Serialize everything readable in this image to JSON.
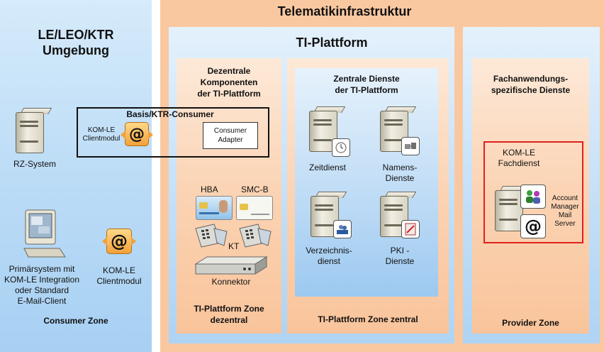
{
  "left": {
    "title_line1": "LE/LEO/KTR",
    "title_line2": "Umgebung",
    "rz_label": "RZ-System",
    "primary_lines": [
      "Primärsystem mit",
      "KOM-LE Integration",
      "oder Standard",
      "E-Mail-Client"
    ],
    "client_lines": [
      "KOM-LE",
      "Clientmodul"
    ],
    "zone_label": "Consumer Zone"
  },
  "ti": {
    "title": "Telematikinfrastruktur",
    "platform_title": "TI-Plattform"
  },
  "basis": {
    "title": "Basis/KTR-Consumer",
    "client_lines": [
      "KOM-LE",
      "Clientmodul"
    ],
    "adapter_lines": [
      "Consumer",
      "Adapter"
    ]
  },
  "dezentral": {
    "title_lines": [
      "Dezentrale",
      "Komponenten",
      "der TI-Plattform"
    ],
    "hba": "HBA",
    "smcb": "SMC-B",
    "kt": "KT",
    "konnektor": "Konnektor",
    "zone_lines": [
      "TI-Plattform Zone",
      "dezentral"
    ]
  },
  "zentral": {
    "title_lines": [
      "Zentrale Dienste",
      "der TI-Plattform"
    ],
    "zeit": "Zeitdienst",
    "namens_lines": [
      "Namens-",
      "Dienste"
    ],
    "verzeichnis_lines": [
      "Verzeichnis-",
      "dienst"
    ],
    "pki_lines": [
      "PKI -",
      "Dienste"
    ],
    "zone_label": "TI-Plattform Zone zentral"
  },
  "provider": {
    "title_lines": [
      "Fachanwendungs-",
      "spezifische Dienste"
    ],
    "fach_lines": [
      "KOM-LE",
      "Fachdienst"
    ],
    "server_lines": [
      "Account",
      "Manager",
      "Mail",
      "Server"
    ],
    "zone_label": "Provider Zone"
  },
  "colors": {
    "ti_orange": "#f9c8a0",
    "platform_blue": "#c1def7",
    "highlight_red": "#e0201e"
  }
}
